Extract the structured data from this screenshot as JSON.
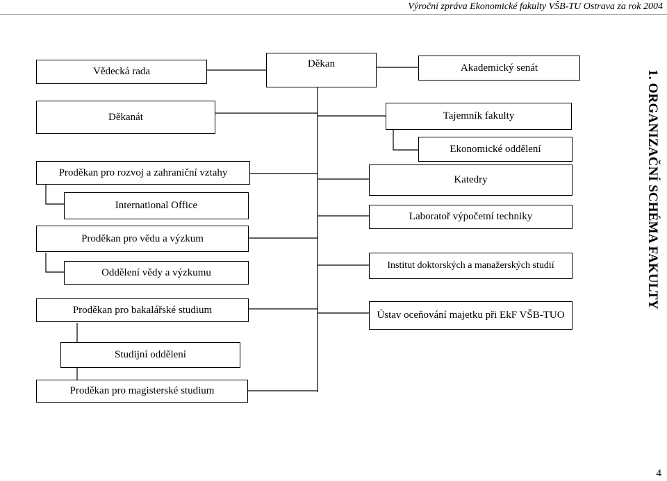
{
  "header": {
    "title": "Výroční zpráva Ekonomické fakulty VŠB-TU Ostrava za rok 2004"
  },
  "side_title": "1. ORGANIZAČNÍ SCHÉMA FAKULTY",
  "page_number": "4",
  "boxes": {
    "dekan": "Děkan",
    "vedecka_rada": "Vědecká rada",
    "akademicky_senat": "Akademický senát",
    "dekanat": "Děkanát",
    "tajemnik": "Tajemník fakulty",
    "ekonomicke_oddeleni": "Ekonomické oddělení",
    "prodekan_rozvoj": "Proděkan pro rozvoj a zahraniční vztahy",
    "katedry": "Katedry",
    "international_office": "International Office",
    "laborator": "Laboratoř výpočetní techniky",
    "prodekan_veda": "Proděkan pro vědu a výzkum",
    "institut": "Institut doktorských a manažerských studií",
    "oddeleni_vedy": "Oddělení vědy a výzkumu",
    "prodekan_bakalar": "Proděkan pro bakalářské studium",
    "ustav": "Ústav oceňování majetku při EkF VŠB-TUO",
    "studijni_oddeleni": "Studijní oddělení",
    "prodekan_magister": "Proděkan pro magisterské studium"
  }
}
